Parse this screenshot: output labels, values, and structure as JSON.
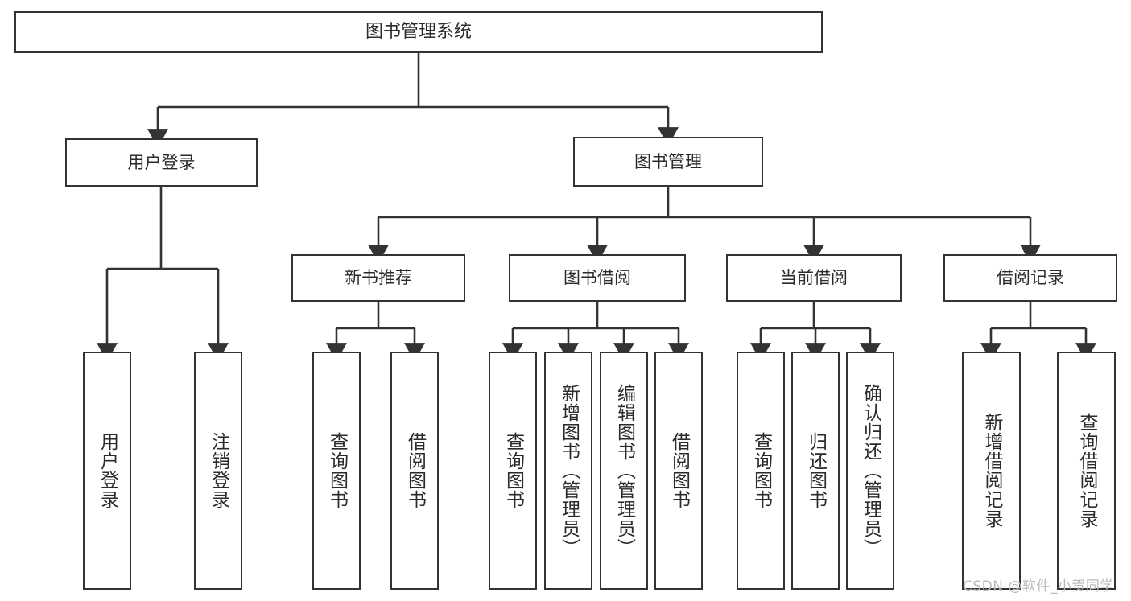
{
  "diagram": {
    "title": "图书管理系统",
    "type": "hierarchy-tree",
    "watermark": "CSDN @软件_小贺同学",
    "colors": {
      "stroke": "#333333",
      "fill": "#ffffff",
      "text": "#2b2b2b",
      "watermark": "#b9b9b9"
    },
    "levels": {
      "level1": [
        {
          "id": "root",
          "label": "图书管理系统"
        }
      ],
      "level2": [
        {
          "id": "user-login",
          "label": "用户登录"
        },
        {
          "id": "book-manage",
          "label": "图书管理"
        }
      ],
      "level3": [
        {
          "id": "new-book-rec",
          "label": "新书推荐",
          "parent": "book-manage"
        },
        {
          "id": "book-borrow",
          "label": "图书借阅",
          "parent": "book-manage"
        },
        {
          "id": "current-borrow",
          "label": "当前借阅",
          "parent": "book-manage"
        },
        {
          "id": "borrow-record",
          "label": "借阅记录",
          "parent": "book-manage"
        }
      ],
      "level4": [
        {
          "id": "leaf-user-login",
          "label": "用户登录",
          "parent": "user-login"
        },
        {
          "id": "leaf-user-logout",
          "label": "注销登录",
          "parent": "user-login"
        },
        {
          "id": "leaf-query-book-1",
          "label": "查询图书",
          "parent": "new-book-rec"
        },
        {
          "id": "leaf-borrow-book-1",
          "label": "借阅图书",
          "parent": "new-book-rec"
        },
        {
          "id": "leaf-query-book-2",
          "label": "查询图书",
          "parent": "book-borrow"
        },
        {
          "id": "leaf-add-book",
          "label": "新增图书（管理员）",
          "parent": "book-borrow"
        },
        {
          "id": "leaf-edit-book",
          "label": "编辑图书（管理员）",
          "parent": "book-borrow"
        },
        {
          "id": "leaf-borrow-book-2",
          "label": "借阅图书",
          "parent": "book-borrow"
        },
        {
          "id": "leaf-query-book-3",
          "label": "查询图书",
          "parent": "current-borrow"
        },
        {
          "id": "leaf-return-book",
          "label": "归还图书",
          "parent": "current-borrow"
        },
        {
          "id": "leaf-confirm-return",
          "label": "确认归还（管理员）",
          "parent": "current-borrow"
        },
        {
          "id": "leaf-add-record",
          "label": "新增借阅记录",
          "parent": "borrow-record"
        },
        {
          "id": "leaf-query-record",
          "label": "查询借阅记录",
          "parent": "borrow-record"
        }
      ]
    }
  }
}
